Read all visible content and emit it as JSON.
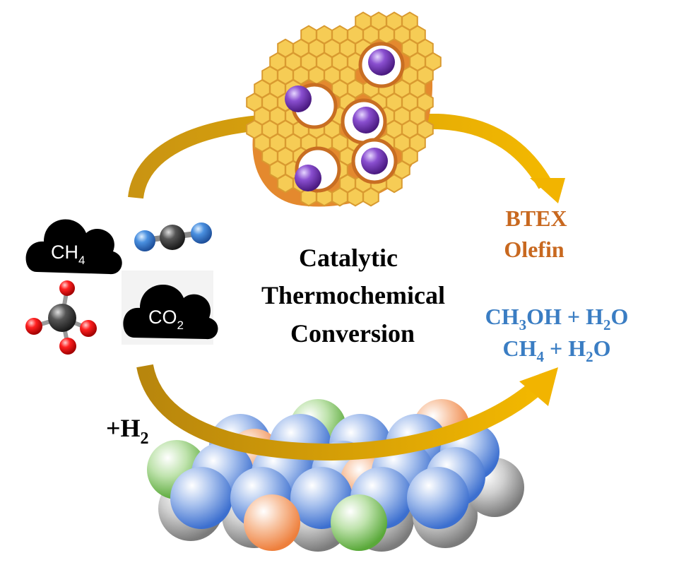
{
  "center_title": {
    "line1": "Catalytic",
    "line2": "Thermochemical",
    "line3": "Conversion"
  },
  "reactants": {
    "ch4": {
      "base": "CH",
      "sub": "4"
    },
    "co2": {
      "base": "CO",
      "sub": "2"
    },
    "hydrogen": {
      "prefix": "+H",
      "sub": "2"
    }
  },
  "products_top": {
    "line1": "BTEX",
    "line2": "Olefin"
  },
  "products_bottom": {
    "line1": {
      "a": "CH",
      "a_sub": "3",
      "b": "OH + H",
      "b_sub": "2",
      "c": "O"
    },
    "line2": {
      "a": "CH",
      "a_sub": "4",
      "b": " + H",
      "b_sub": "2",
      "c": "O"
    }
  },
  "colors": {
    "arrow": "#d9a20f",
    "arrow_head": "#f2b400",
    "products_top": "#c8681f",
    "products_bottom": "#3a7dc3",
    "zeolite_face": "#f6cc55",
    "zeolite_edge": "#d97a25",
    "metal_atom": "#6b2fa8",
    "particle_blue": "#3c6fcf",
    "particle_orange": "#f08a4c",
    "particle_green": "#6db94a",
    "particle_gray": "#8c8c8c",
    "cloud": "#000000"
  }
}
